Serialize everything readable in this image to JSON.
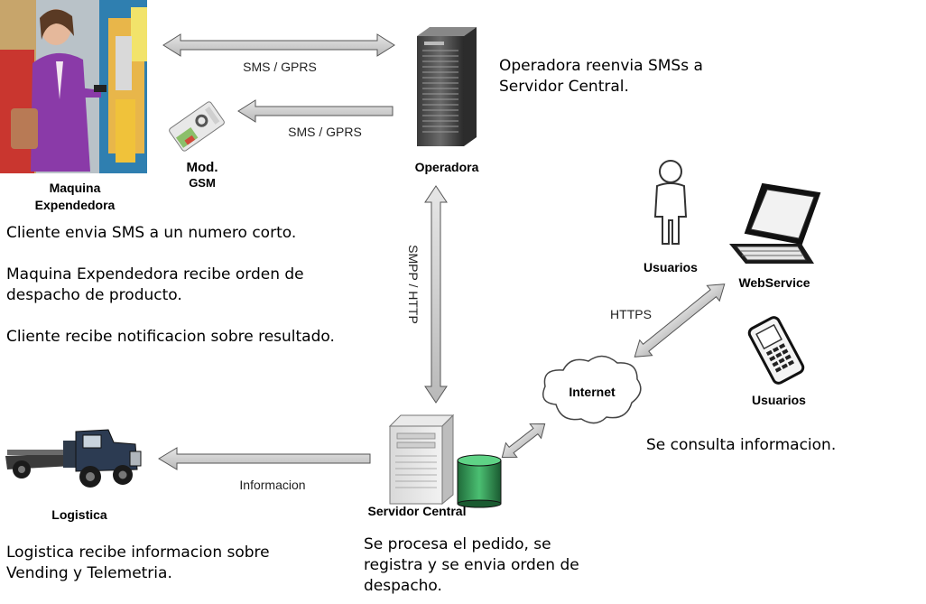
{
  "nodes": {
    "vending_machine": "Maquina\nExpendedora",
    "gsm_module": "Mod.",
    "gsm_module_sub": "GSM",
    "operator": "Operadora",
    "users_person": "Usuarios",
    "webservice": "WebService",
    "internet": "Internet",
    "users_phone": "Usuarios",
    "logistics": "Logistica",
    "central_server": "Servidor Central"
  },
  "connections": {
    "sms_gprs_top": "SMS / GPRS",
    "sms_gprs_bottom": "SMS / GPRS",
    "smpp_http": "SMPP / HTTP",
    "https": "HTTPS",
    "informacion": "Informacion"
  },
  "descriptions": {
    "operator_note": "Operadora reenvia SMSs a\nServidor Central.",
    "client_steps": "Cliente envia SMS a un numero corto.\n\nMaquina Expendedora recibe orden de\ndespacho de producto.\n\nCliente recibe notificacion sobre resultado.",
    "users_note": "Se consulta informacion.",
    "logistics_note": "Logistica recibe informacion sobre\nVending y Telemetria.",
    "server_note": "Se procesa el pedido, se\nregistra y se envia orden de\ndespacho."
  }
}
